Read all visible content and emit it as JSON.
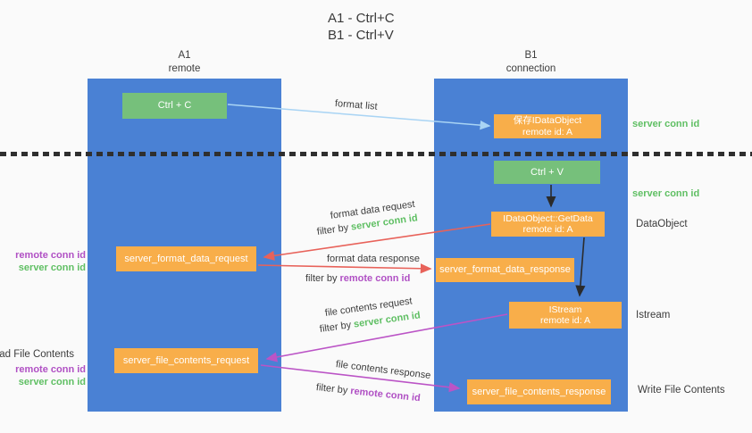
{
  "title": {
    "line1": "A1 - Ctrl+C",
    "line2": "B1 - Ctrl+V"
  },
  "lanes": {
    "a1": {
      "name": "A1",
      "role": "remote"
    },
    "b1": {
      "name": "B1",
      "role": "connection"
    }
  },
  "nodes": {
    "ctrl_c": "Ctrl + C",
    "ctrl_v": "Ctrl + V",
    "save_dataobject_line1": "保存IDataObject",
    "save_dataobject_line2": "remote id: A",
    "getdata_line1": "IDataObject::GetData",
    "getdata_line2": "remote id: A",
    "istream_line1": "IStream",
    "istream_line2": "remote id: A",
    "format_request": "server_format_data_request",
    "format_response": "server_format_data_response",
    "file_request": "server_file_contents_request",
    "file_response": "server_file_contents_response"
  },
  "arrow_labels": {
    "format_list": "format list",
    "format_data_request": "format data request",
    "format_data_response": "format data response",
    "file_contents_request": "file contents request",
    "file_contents_response": "file contents response",
    "filter_by": "filter by",
    "server_conn_id": "server conn id",
    "remote_conn_id": "remote conn id"
  },
  "side_labels": {
    "server_conn_id": "server conn id",
    "remote_conn_id": "remote conn id",
    "dataobject": "DataObject",
    "istream": "Istream",
    "read_file_contents": "Read File Contents",
    "write_file_contents": "Write File Contents"
  },
  "colors": {
    "lane_blue": "#4A81D4",
    "box_green": "#76C07B",
    "box_orange": "#F8AE4A",
    "label_green": "#5FBF63",
    "label_purple": "#B050C4",
    "arrow_red": "#E8625A",
    "arrow_magenta": "#BB54C6",
    "arrow_light_blue": "#A9D4F4",
    "arrow_black": "#2B2B2B"
  }
}
